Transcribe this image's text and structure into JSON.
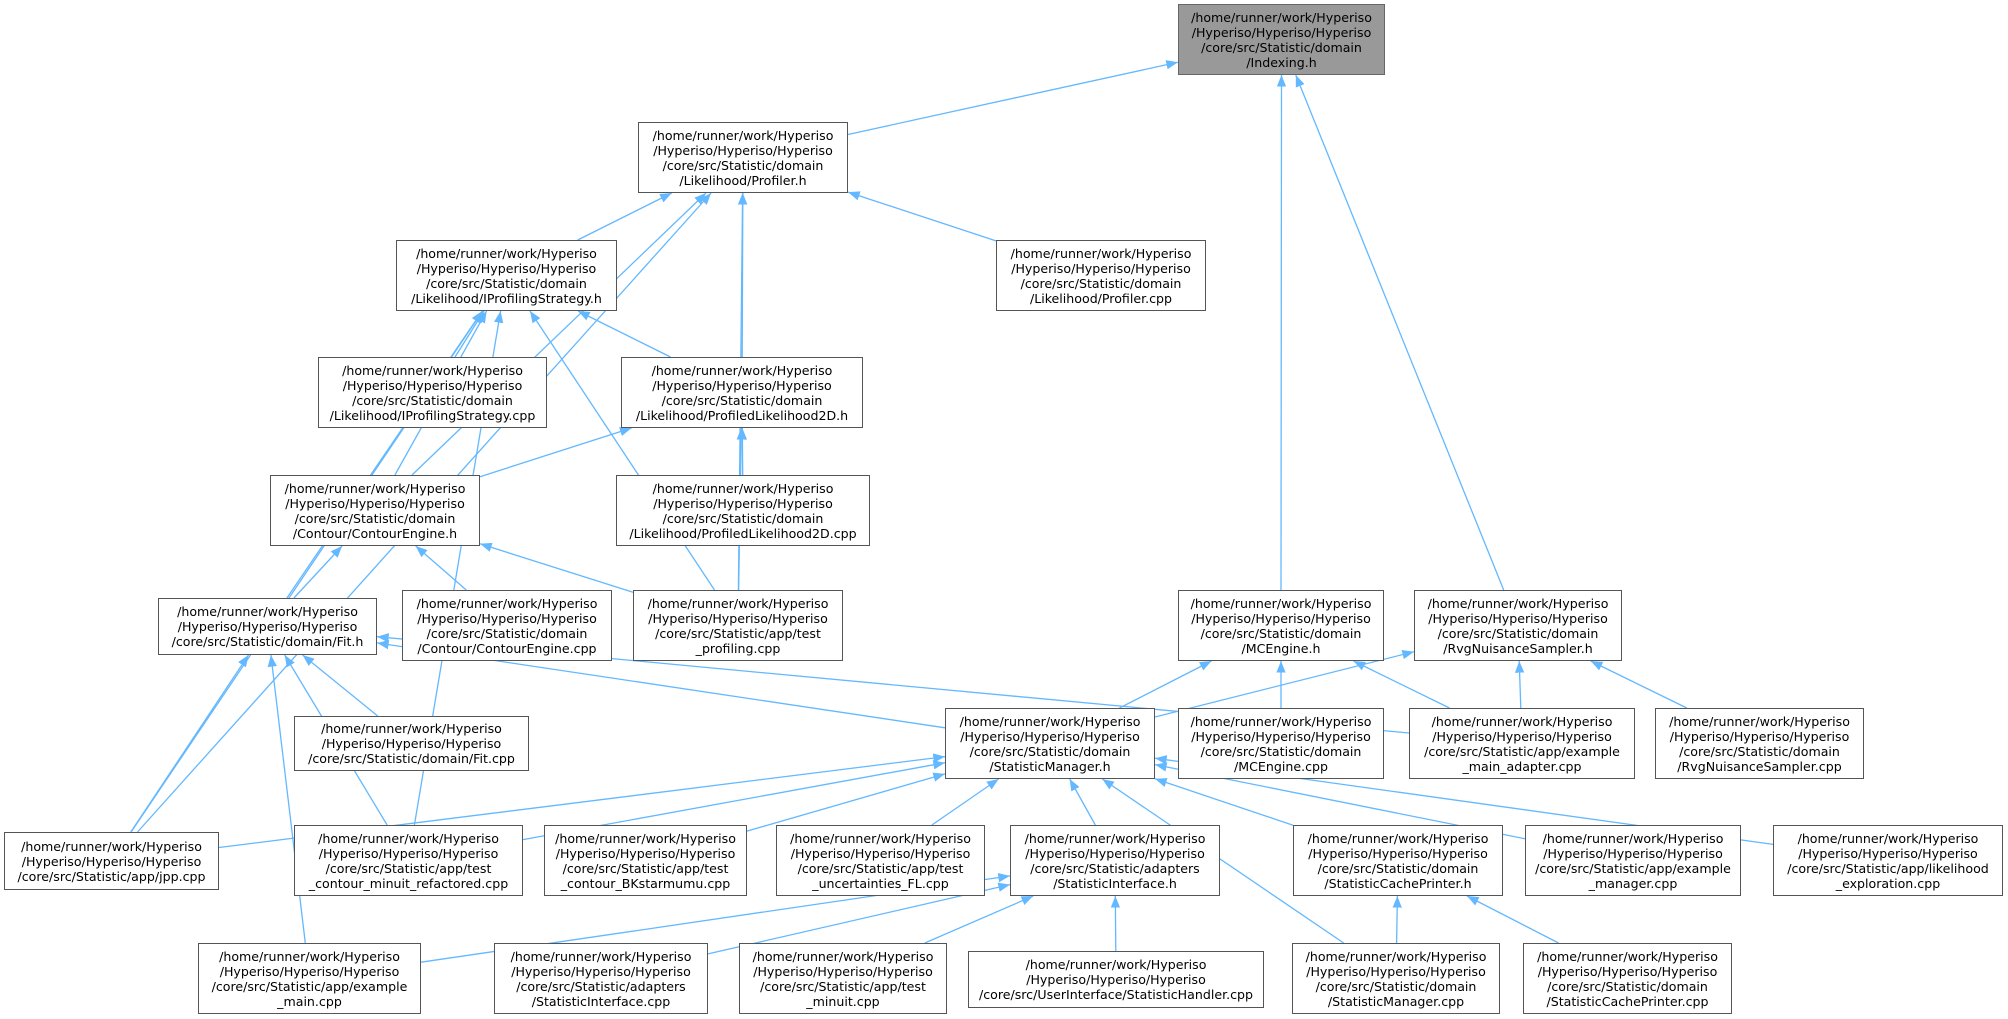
{
  "diagram": {
    "edge_color": "#63b8ff",
    "root_fill": "#999999",
    "nodes": [
      {
        "id": "indexing_h",
        "label": "/home/runner/work/Hyperiso\n/Hyperiso/Hyperiso/Hyperiso\n/core/src/Statistic/domain\n/Indexing.h",
        "root": true
      },
      {
        "id": "profiler_h",
        "label": "/home/runner/work/Hyperiso\n/Hyperiso/Hyperiso/Hyperiso\n/core/src/Statistic/domain\n/Likelihood/Profiler.h"
      },
      {
        "id": "iprofiling_h",
        "label": "/home/runner/work/Hyperiso\n/Hyperiso/Hyperiso/Hyperiso\n/core/src/Statistic/domain\n/Likelihood/IProfilingStrategy.h"
      },
      {
        "id": "profiler_cpp",
        "label": "/home/runner/work/Hyperiso\n/Hyperiso/Hyperiso/Hyperiso\n/core/src/Statistic/domain\n/Likelihood/Profiler.cpp"
      },
      {
        "id": "iprofiling_cpp",
        "label": "/home/runner/work/Hyperiso\n/Hyperiso/Hyperiso/Hyperiso\n/core/src/Statistic/domain\n/Likelihood/IProfilingStrategy.cpp"
      },
      {
        "id": "profiled2d_h",
        "label": "/home/runner/work/Hyperiso\n/Hyperiso/Hyperiso/Hyperiso\n/core/src/Statistic/domain\n/Likelihood/ProfiledLikelihood2D.h"
      },
      {
        "id": "contour_h",
        "label": "/home/runner/work/Hyperiso\n/Hyperiso/Hyperiso/Hyperiso\n/core/src/Statistic/domain\n/Contour/ContourEngine.h"
      },
      {
        "id": "profiled2d_cpp",
        "label": "/home/runner/work/Hyperiso\n/Hyperiso/Hyperiso/Hyperiso\n/core/src/Statistic/domain\n/Likelihood/ProfiledLikelihood2D.cpp"
      },
      {
        "id": "fit_h",
        "label": "/home/runner/work/Hyperiso\n/Hyperiso/Hyperiso/Hyperiso\n/core/src/Statistic/domain/Fit.h"
      },
      {
        "id": "contour_cpp",
        "label": "/home/runner/work/Hyperiso\n/Hyperiso/Hyperiso/Hyperiso\n/core/src/Statistic/domain\n/Contour/ContourEngine.cpp"
      },
      {
        "id": "test_profiling",
        "label": "/home/runner/work/Hyperiso\n/Hyperiso/Hyperiso/Hyperiso\n/core/src/Statistic/app/test\n_profiling.cpp"
      },
      {
        "id": "mcengine_h",
        "label": "/home/runner/work/Hyperiso\n/Hyperiso/Hyperiso/Hyperiso\n/core/src/Statistic/domain\n/MCEngine.h"
      },
      {
        "id": "rvg_h",
        "label": "/home/runner/work/Hyperiso\n/Hyperiso/Hyperiso/Hyperiso\n/core/src/Statistic/domain\n/RvgNuisanceSampler.h"
      },
      {
        "id": "fit_cpp",
        "label": "/home/runner/work/Hyperiso\n/Hyperiso/Hyperiso/Hyperiso\n/core/src/Statistic/domain/Fit.cpp"
      },
      {
        "id": "statman_h",
        "label": "/home/runner/work/Hyperiso\n/Hyperiso/Hyperiso/Hyperiso\n/core/src/Statistic/domain\n/StatisticManager.h"
      },
      {
        "id": "mcengine_cpp",
        "label": "/home/runner/work/Hyperiso\n/Hyperiso/Hyperiso/Hyperiso\n/core/src/Statistic/domain\n/MCEngine.cpp"
      },
      {
        "id": "example_main_adapter",
        "label": "/home/runner/work/Hyperiso\n/Hyperiso/Hyperiso/Hyperiso\n/core/src/Statistic/app/example\n_main_adapter.cpp"
      },
      {
        "id": "rvg_cpp",
        "label": "/home/runner/work/Hyperiso\n/Hyperiso/Hyperiso/Hyperiso\n/core/src/Statistic/domain\n/RvgNuisanceSampler.cpp"
      },
      {
        "id": "jpp_cpp",
        "label": "/home/runner/work/Hyperiso\n/Hyperiso/Hyperiso/Hyperiso\n/core/src/Statistic/app/jpp.cpp"
      },
      {
        "id": "test_contour_minuit",
        "label": "/home/runner/work/Hyperiso\n/Hyperiso/Hyperiso/Hyperiso\n/core/src/Statistic/app/test\n_contour_minuit_refactored.cpp"
      },
      {
        "id": "test_contour_bk",
        "label": "/home/runner/work/Hyperiso\n/Hyperiso/Hyperiso/Hyperiso\n/core/src/Statistic/app/test\n_contour_BKstarmumu.cpp"
      },
      {
        "id": "test_uncertainties",
        "label": "/home/runner/work/Hyperiso\n/Hyperiso/Hyperiso/Hyperiso\n/core/src/Statistic/app/test\n_uncertainties_FL.cpp"
      },
      {
        "id": "statint_h",
        "label": "/home/runner/work/Hyperiso\n/Hyperiso/Hyperiso/Hyperiso\n/core/src/Statistic/adapters\n/StatisticInterface.h"
      },
      {
        "id": "cacheprinter_h",
        "label": "/home/runner/work/Hyperiso\n/Hyperiso/Hyperiso/Hyperiso\n/core/src/Statistic/domain\n/StatisticCachePrinter.h"
      },
      {
        "id": "example_manager",
        "label": "/home/runner/work/Hyperiso\n/Hyperiso/Hyperiso/Hyperiso\n/core/src/Statistic/app/example\n_manager.cpp"
      },
      {
        "id": "likelihood_exploration",
        "label": "/home/runner/work/Hyperiso\n/Hyperiso/Hyperiso/Hyperiso\n/core/src/Statistic/app/likelihood\n_exploration.cpp"
      },
      {
        "id": "example_main",
        "label": "/home/runner/work/Hyperiso\n/Hyperiso/Hyperiso/Hyperiso\n/core/src/Statistic/app/example\n_main.cpp"
      },
      {
        "id": "statint_cpp",
        "label": "/home/runner/work/Hyperiso\n/Hyperiso/Hyperiso/Hyperiso\n/core/src/Statistic/adapters\n/StatisticInterface.cpp"
      },
      {
        "id": "test_minuit",
        "label": "/home/runner/work/Hyperiso\n/Hyperiso/Hyperiso/Hyperiso\n/core/src/Statistic/app/test\n_minuit.cpp"
      },
      {
        "id": "stathandler_cpp",
        "label": "/home/runner/work/Hyperiso\n/Hyperiso/Hyperiso/Hyperiso\n/core/src/UserInterface/StatisticHandler.cpp"
      },
      {
        "id": "statman_cpp",
        "label": "/home/runner/work/Hyperiso\n/Hyperiso/Hyperiso/Hyperiso\n/core/src/Statistic/domain\n/StatisticManager.cpp"
      },
      {
        "id": "cacheprinter_cpp",
        "label": "/home/runner/work/Hyperiso\n/Hyperiso/Hyperiso/Hyperiso\n/core/src/Statistic/domain\n/StatisticCachePrinter.cpp"
      }
    ],
    "edges": [
      [
        "indexing_h",
        "profiler_h"
      ],
      [
        "indexing_h",
        "mcengine_h"
      ],
      [
        "indexing_h",
        "rvg_h"
      ],
      [
        "profiler_h",
        "iprofiling_h"
      ],
      [
        "profiler_h",
        "profiler_cpp"
      ],
      [
        "profiler_h",
        "profiled2d_h"
      ],
      [
        "profiler_h",
        "contour_h"
      ],
      [
        "profiler_h",
        "test_profiling"
      ],
      [
        "profiler_h",
        "jpp_cpp"
      ],
      [
        "iprofiling_h",
        "iprofiling_cpp"
      ],
      [
        "iprofiling_h",
        "profiled2d_h"
      ],
      [
        "iprofiling_h",
        "contour_h"
      ],
      [
        "iprofiling_h",
        "fit_h"
      ],
      [
        "iprofiling_h",
        "test_profiling"
      ],
      [
        "iprofiling_h",
        "jpp_cpp"
      ],
      [
        "iprofiling_h",
        "test_contour_minuit"
      ],
      [
        "profiled2d_h",
        "profiled2d_cpp"
      ],
      [
        "profiled2d_h",
        "contour_h"
      ],
      [
        "profiled2d_h",
        "test_profiling"
      ],
      [
        "contour_h",
        "fit_h"
      ],
      [
        "contour_h",
        "contour_cpp"
      ],
      [
        "contour_h",
        "test_profiling"
      ],
      [
        "fit_h",
        "fit_cpp"
      ],
      [
        "fit_h",
        "statman_h"
      ],
      [
        "fit_h",
        "example_main_adapter"
      ],
      [
        "fit_h",
        "jpp_cpp"
      ],
      [
        "fit_h",
        "test_contour_minuit"
      ],
      [
        "fit_h",
        "example_main"
      ],
      [
        "mcengine_h",
        "statman_h"
      ],
      [
        "mcengine_h",
        "mcengine_cpp"
      ],
      [
        "mcengine_h",
        "example_main_adapter"
      ],
      [
        "rvg_h",
        "statman_h"
      ],
      [
        "rvg_h",
        "example_main_adapter"
      ],
      [
        "rvg_h",
        "rvg_cpp"
      ],
      [
        "statman_h",
        "jpp_cpp"
      ],
      [
        "statman_h",
        "test_contour_minuit"
      ],
      [
        "statman_h",
        "test_contour_bk"
      ],
      [
        "statman_h",
        "test_uncertainties"
      ],
      [
        "statman_h",
        "statint_h"
      ],
      [
        "statman_h",
        "cacheprinter_h"
      ],
      [
        "statman_h",
        "example_manager"
      ],
      [
        "statman_h",
        "likelihood_exploration"
      ],
      [
        "statman_h",
        "statman_cpp"
      ],
      [
        "statint_h",
        "example_main"
      ],
      [
        "statint_h",
        "statint_cpp"
      ],
      [
        "statint_h",
        "test_minuit"
      ],
      [
        "statint_h",
        "stathandler_cpp"
      ],
      [
        "cacheprinter_h",
        "statman_cpp"
      ],
      [
        "cacheprinter_h",
        "cacheprinter_cpp"
      ]
    ]
  }
}
